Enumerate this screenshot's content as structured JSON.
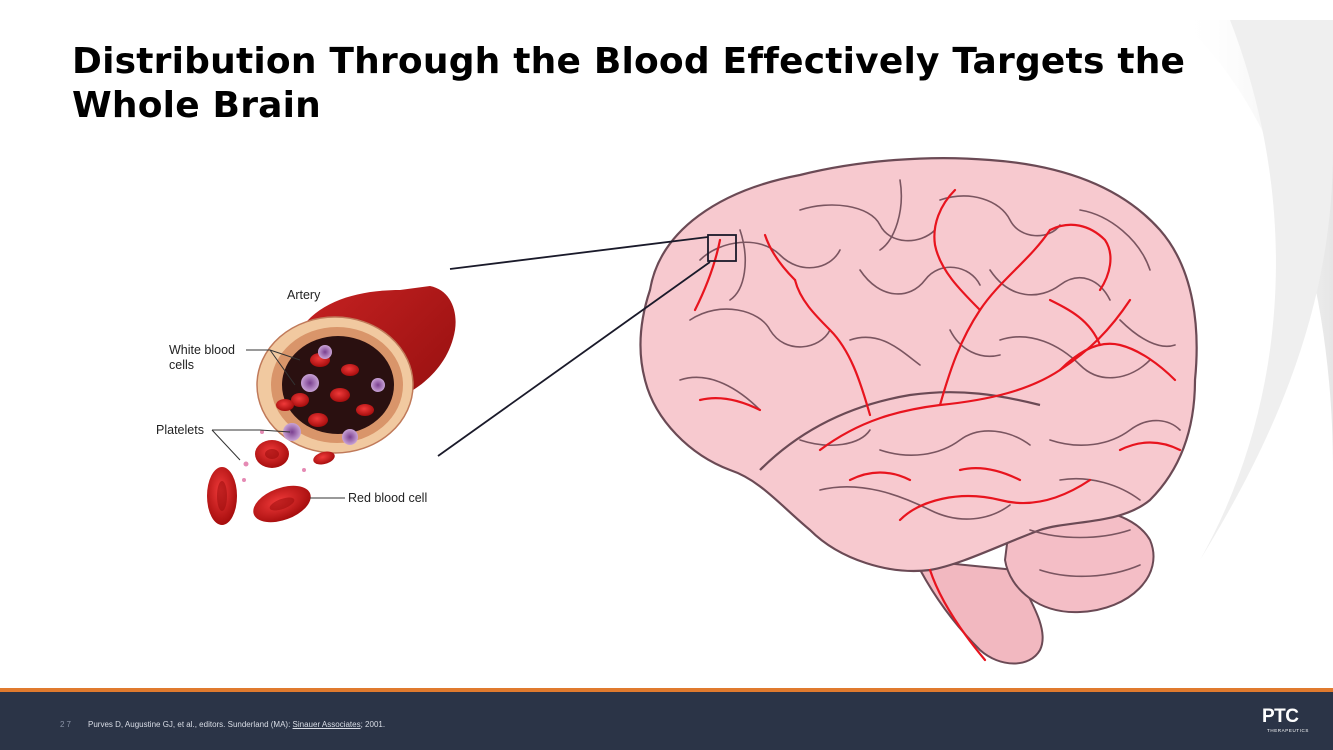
{
  "slide": {
    "title_line1": "Distribution Through the Blood Effectively Targets the",
    "title_line2": "Whole Brain"
  },
  "diagram": {
    "artery_label": "Artery",
    "white_blood_label_1": "White blood",
    "white_blood_label_2": "cells",
    "platelets_label": "Platelets",
    "red_blood_label": "Red blood cell"
  },
  "footer": {
    "slide_number": "27",
    "citation_prefix": "Purves D, Augustine GJ, et al., editors. Sunderland (MA): ",
    "citation_publisher": "Sinauer Associates",
    "citation_suffix": "; 2001.",
    "logo_text": "PTC",
    "logo_subtext": "THERAPEUTICS"
  },
  "colors": {
    "footer_bg": "#2b3447",
    "footer_accent": "#e07a2e",
    "vessel_red": "#e8141e",
    "brain_pink": "#f7c9cf"
  }
}
